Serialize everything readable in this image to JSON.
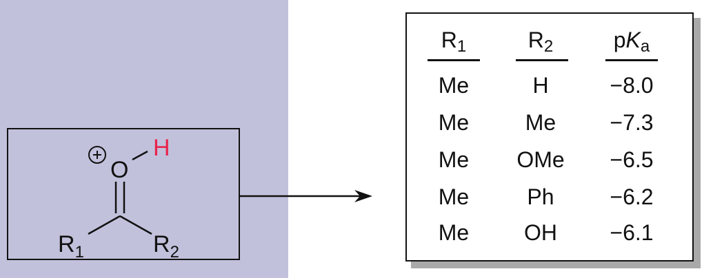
{
  "molecule": {
    "oxygen": "O",
    "hydrogen": "H",
    "r1_base": "R",
    "r1_sub": "1",
    "r2_base": "R",
    "r2_sub": "2",
    "charge_icon": "plus-circle-icon",
    "hydrogen_color": "#e8234a"
  },
  "table": {
    "headers": {
      "r1_base": "R",
      "r1_sub": "1",
      "r2_base": "R",
      "r2_sub": "2",
      "pka_p": "p",
      "pka_k": "K",
      "pka_sub": "a"
    },
    "rows": [
      {
        "r1": "Me",
        "r2": "H",
        "pka": "−8.0"
      },
      {
        "r1": "Me",
        "r2": "Me",
        "pka": "−7.3"
      },
      {
        "r1": "Me",
        "r2": "OMe",
        "pka": "−6.5"
      },
      {
        "r1": "Me",
        "r2": "Ph",
        "pka": "−6.2"
      },
      {
        "r1": "Me",
        "r2": "OH",
        "pka": "−6.1"
      }
    ]
  },
  "colors": {
    "panel_background": "#c2c1dc",
    "shadow": "#a9a9a9"
  }
}
